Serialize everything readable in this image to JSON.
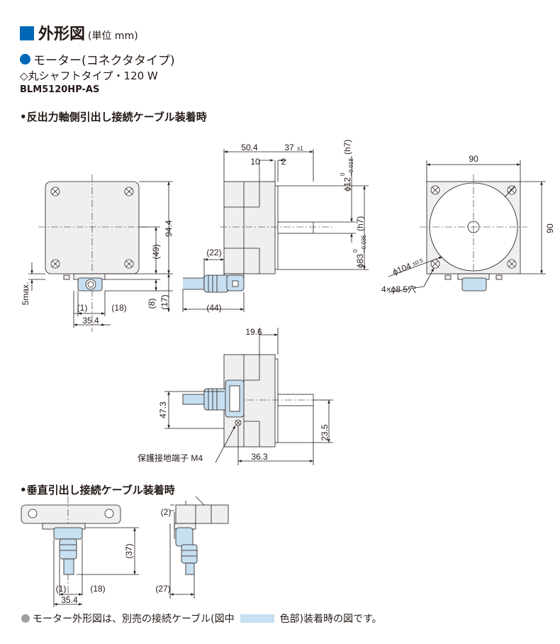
{
  "header": {
    "title": "外形図",
    "unit": "(単位 mm)"
  },
  "motor": {
    "type": "モーター(コネクタタイプ)",
    "shaft": "◇丸シャフトタイプ・120 W",
    "model": "BLM5120HP-AS"
  },
  "sections": {
    "reverse": "•反出力軸側引出し接続ケーブル装着時",
    "vertical": "•垂直引出し接続ケーブル装着時"
  },
  "dims": {
    "d50_4": "50.4",
    "d37": "37",
    "d37_tol": "±1",
    "d10": "10",
    "d2": "2",
    "d90_top": "90",
    "d90_side": "90",
    "d94_4": "94.4",
    "d49": "(49)",
    "d22": "(22)",
    "d44": "(44)",
    "d8": "(8)",
    "d17": "(17)",
    "d5max": "5max.",
    "d1": "(1)",
    "d18": "(18)",
    "d35_4": "35.4",
    "phi12": "ϕ12",
    "phi12_tol": "−0.018",
    "phi12_fit": "(h7)",
    "phi83": "ϕ83",
    "phi83_tol": "−0.035",
    "phi83_fit": "(h7)",
    "phi104": "ϕ104",
    "phi104_tol": "±0.5",
    "holes": "4×ϕ8.5穴",
    "d19_6": "19.6",
    "d47_3": "47.3",
    "d23_5": "23.5",
    "d36_3": "36.3",
    "ground": "保護接地端子 M4",
    "v_d2": "(2)",
    "v_d37": "(37)",
    "v_d27": "(27)",
    "v_d1": "(1)",
    "v_d18": "(18)",
    "v_d35_4": "35.4",
    "zero": "0"
  },
  "footnote": {
    "before": "モーター外形図は、別売の接続ケーブル(図中",
    "after": "色部)装着時の図です。"
  },
  "colors": {
    "accent": "#0068b7",
    "body": "#efefef",
    "cable": "#c6dff1"
  }
}
